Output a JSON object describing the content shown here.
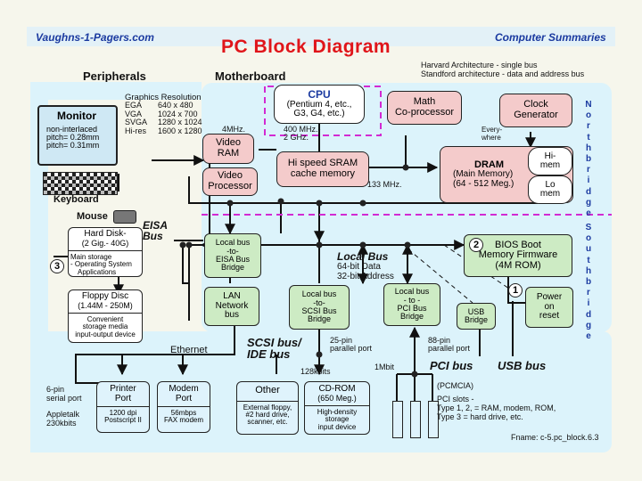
{
  "header": {
    "left": "Vaughns-1-Pagers.com",
    "right": "Computer Summaries",
    "title": "PC  Block Diagram"
  },
  "architecture_note": [
    "Harvard Architecture - single bus",
    "Standford architecture - data and address bus"
  ],
  "sections": {
    "peripherals": "Peripherals",
    "motherboard": "Motherboard"
  },
  "graphics": {
    "title": "Graphics Resolution",
    "rows": [
      [
        "EGA",
        "640 x 480"
      ],
      [
        "VGA",
        "1024 x 700"
      ],
      [
        "SVGA",
        "1280 x 1024"
      ],
      [
        "Hi-res",
        "1600 x 1280"
      ]
    ]
  },
  "monitor": {
    "title": "Monitor",
    "lines": [
      "non-interlaced",
      "pitch= 0.28mm",
      "pitch= 0.31mm"
    ]
  },
  "keyboard": {
    "label": "Keyboard"
  },
  "mouse": {
    "label": "Mouse"
  },
  "eisa": {
    "label": [
      "EISA",
      "Bus"
    ]
  },
  "hard_disk": {
    "title": [
      "Hard Disk-",
      "(2 Gig.- 40G)"
    ],
    "notes": [
      "Main storage",
      "- Operating System",
      "Applications"
    ],
    "num": "3"
  },
  "floppy": {
    "title": [
      "Floppy Disc",
      "(1.44M - 250M)"
    ],
    "notes": [
      "Convenient",
      "storage media",
      "input-output device"
    ]
  },
  "cpu": {
    "title": "CPU",
    "lines": [
      "(Pentium 4, etc.,",
      "G3, G4, etc.)"
    ]
  },
  "math": {
    "lines": [
      "Math",
      "Co-processor"
    ]
  },
  "clock": {
    "lines": [
      "Clock",
      "Generator"
    ],
    "everywhere": [
      "Every-",
      "where"
    ]
  },
  "video_ram": {
    "lines": [
      "Video",
      "RAM"
    ]
  },
  "video_proc": {
    "lines": [
      "Video",
      "Processor"
    ]
  },
  "freq": {
    "f4mhz": "4MHz.",
    "f400": [
      "400 MHz.-",
      "2 GHz."
    ],
    "f133": "133 MHz."
  },
  "sram": {
    "lines": [
      "Hi speed SRAM",
      "cache memory"
    ]
  },
  "dram": {
    "lines": [
      "DRAM",
      "(Main Memory)",
      "(64 - 512 Meg.)"
    ],
    "hi": [
      "Hi-",
      "mem"
    ],
    "lo": [
      "Lo",
      "mem"
    ]
  },
  "northbridge": "Northbridge",
  "southbridge": "Southbridge",
  "eisa_bridge": {
    "lines": [
      "Local bus",
      "-to-",
      "EISA Bus",
      "Bridge"
    ]
  },
  "bios": {
    "lines": [
      "BIOS Boot",
      "Memory Firmware",
      "(4M ROM)"
    ],
    "num": "2"
  },
  "local_bus": {
    "title": "Local Bus",
    "lines": [
      "64-bit Data",
      "32-bit Address"
    ]
  },
  "lan": {
    "lines": [
      "LAN",
      "Network",
      "bus"
    ]
  },
  "scsi_bridge": {
    "lines": [
      "Local bus",
      "-to-",
      "SCSI Bus",
      "Bridge"
    ]
  },
  "pci_bridge": {
    "lines": [
      "Local bus",
      "- to -",
      "PCI Bus",
      "Bridge"
    ]
  },
  "usb_bridge": {
    "lines": [
      "USB",
      "Bridge"
    ]
  },
  "power": {
    "lines": [
      "Power",
      "on",
      "reset"
    ],
    "num": "1"
  },
  "ethernet": "Ethernet",
  "scsi_bus": [
    "SCSI bus/",
    "IDE bus"
  ],
  "pin25": [
    "25-pin",
    "parallel port"
  ],
  "pin88": [
    "88-pin",
    "parallel port"
  ],
  "kbits128": "128kbits",
  "mbit1": "1Mbit",
  "pci_bus": "PCI bus",
  "usb_bus": "USB bus",
  "serial": {
    "lines": [
      "6-pin",
      "serial port"
    ],
    "apple": [
      "Appletalk",
      "230kbits"
    ]
  },
  "printer": {
    "title": [
      "Printer",
      "Port"
    ],
    "notes": [
      "1200 dpi",
      "Postscript II"
    ]
  },
  "modem": {
    "title": [
      "Modem",
      "Port"
    ],
    "notes": [
      "56mbps",
      "FAX modem"
    ]
  },
  "other": {
    "title": "Other",
    "notes": [
      "External floppy,",
      "#2 hard drive,",
      "scanner, etc."
    ]
  },
  "cdrom": {
    "title": [
      "CD-ROM",
      "(650 Meg.)"
    ],
    "notes": [
      "High-density",
      "storage",
      "input device"
    ]
  },
  "pcmcia": {
    "title": "(PCMCIA)",
    "lines": [
      "PCI slots -",
      "Type 1, 2, = RAM, modem, ROM,",
      "Type 3 = hard drive, etc."
    ]
  },
  "fname": "Fname: c-5.pc_block.6.3",
  "colors": {
    "motherboard_bg": "#dcf3fb",
    "pink": "#f4cbcb",
    "green": "#cdebc4",
    "title_red": "#e0151a",
    "header_blue": "#1b3aa0",
    "dash_magenta": "#d22ad2"
  }
}
